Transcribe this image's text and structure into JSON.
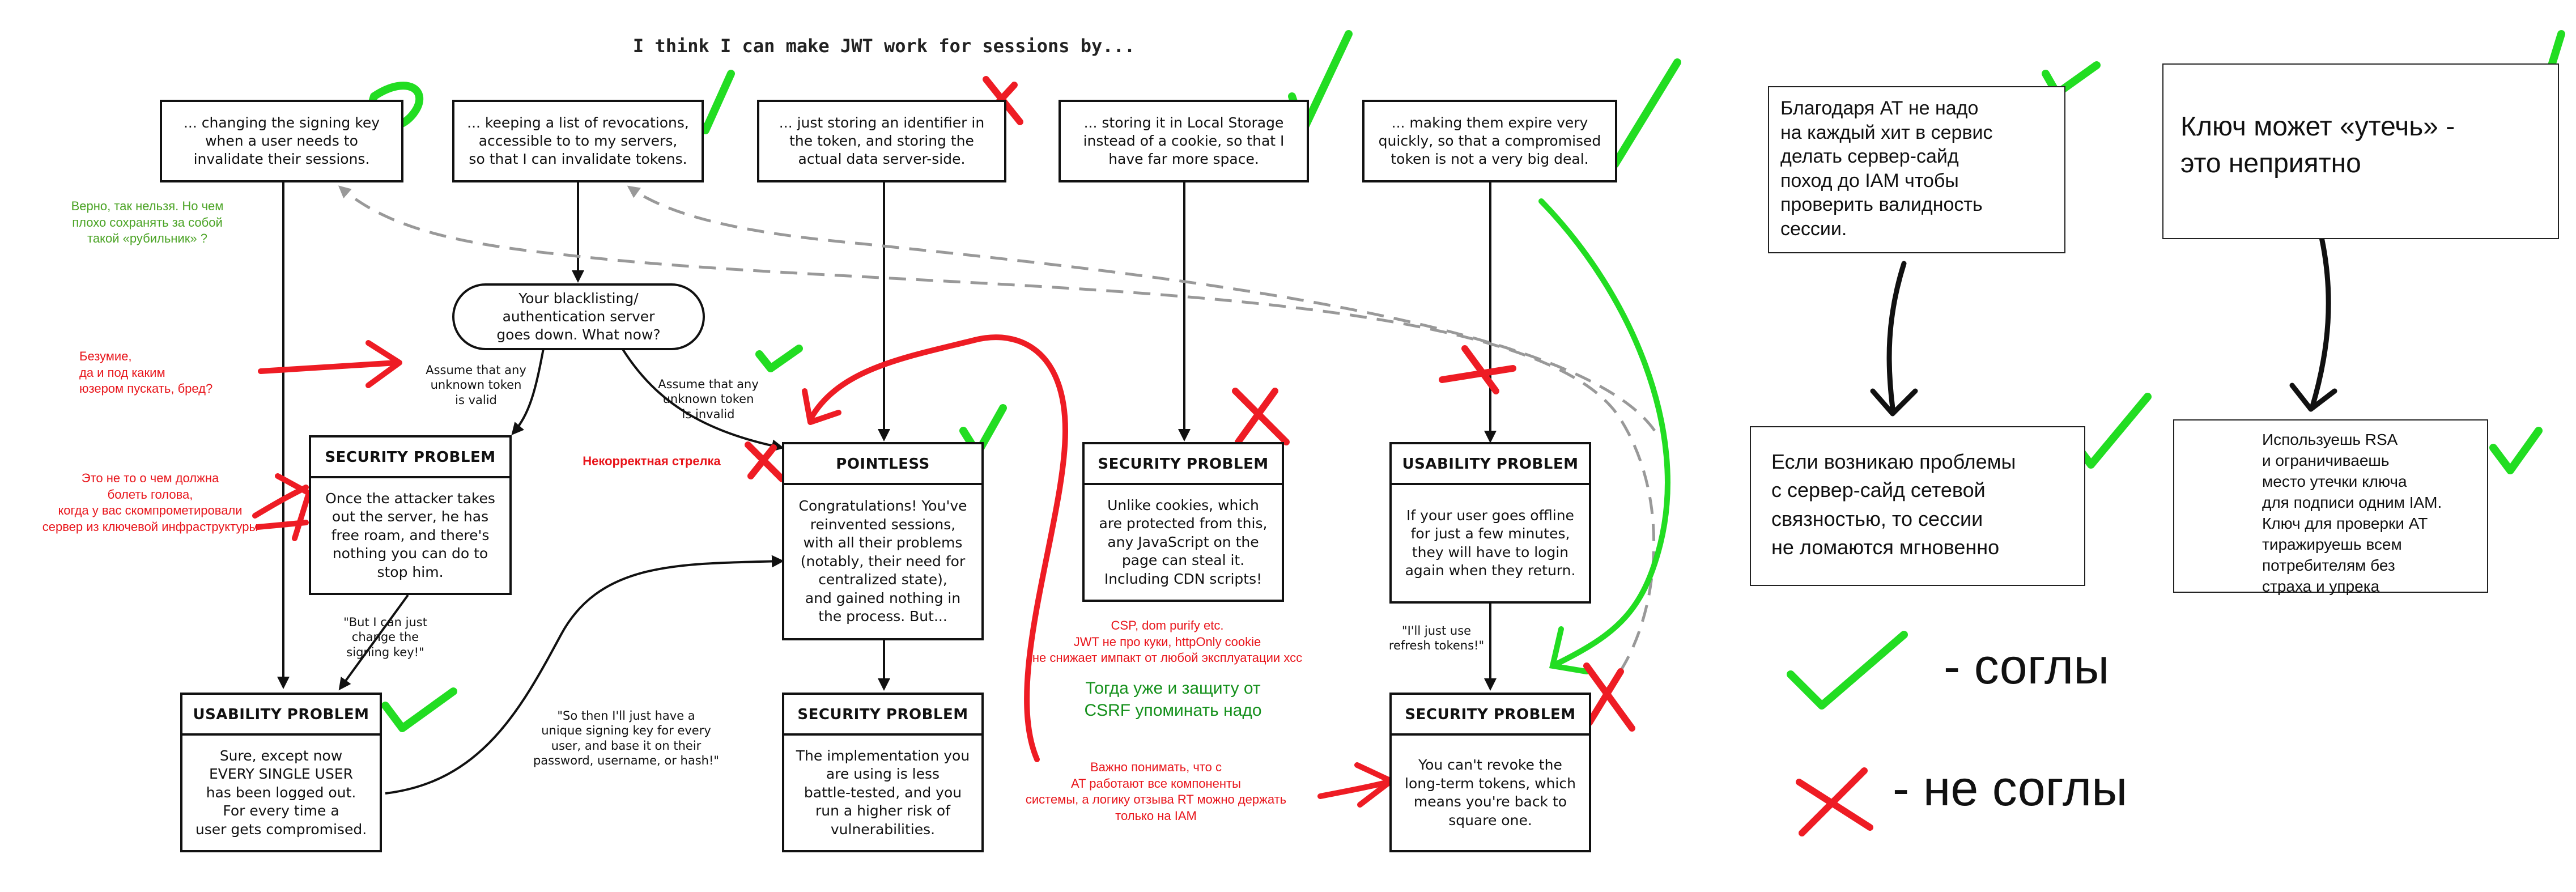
{
  "title": "I think I can make JWT work for sessions by...",
  "top_boxes": [
    "...  changing the signing key\nwhen a user needs to\ninvalidate their sessions.",
    "... keeping a list of revocations,\naccessible to to my servers,\nso that I can invalidate tokens.",
    "... just storing an identifier in\nthe token, and storing the\nactual data server-side.",
    "... storing it in Local Storage\ninstead of a cookie, so that I\nhave far more space.",
    "... making them expire very\nquickly, so that a compromised\ntoken is not a very big deal."
  ],
  "oval": "Your blacklisting/\nauthentication server\ngoes down. What now?",
  "problems": {
    "sec1": {
      "heading": "SECURITY PROBLEM",
      "body": "Once the attacker takes\nout the server, he has\nfree roam, and there's\nnothing you can do to\nstop him."
    },
    "pointless": {
      "heading": "POINTLESS",
      "body": "Congratulations! You've\nreinvented sessions,\nwith all their problems\n(notably, their need for\ncentralized state),\nand gained nothing in\nthe process. But..."
    },
    "sec_ls": {
      "heading": "SECURITY PROBLEM",
      "body": "Unlike cookies, which\nare protected from this,\nany JavaScript on the\npage can steal it.\nIncluding CDN scripts!"
    },
    "usab_expire": {
      "heading": "USABILITY PROBLEM",
      "body": "If your user goes offline\nfor just a few minutes,\nthey will have to login\nagain when they return."
    },
    "usab_key": {
      "heading": "USABILITY PROBLEM",
      "body": "Sure, except now\nEVERY SINGLE USER\nhas been logged out.\nFor every time a\nuser gets compromised."
    },
    "sec_impl": {
      "heading": "SECURITY PROBLEM",
      "body": "The implementation you\nare using is less\nbattle-tested, and you\nrun a higher risk of\nvulnerabilities."
    },
    "sec_refresh": {
      "heading": "SECURITY PROBLEM",
      "body": "You can't revoke the\nlong-term tokens, which\nmeans you're back to\nsquare one."
    }
  },
  "edge_labels": {
    "valid": "Assume that any\nunknown token\nis valid",
    "invalid": "Assume that any\nunknown token\nis invalid",
    "change_key": "\"But I can just\nchange the\nsigning key!\"",
    "unique_key": "\"So then I'll just have a\nunique signing key for every\nuser, and base it on their\npassword, username, or hash!\"",
    "refresh": "\"I'll just use\nrefresh tokens!\""
  },
  "annotations": {
    "green_switch": "Верно, так нельзя. Но чем\nплохо сохранять за собой\nтакой «рубильник» ?",
    "madness": "Безумие,\nда и под каким\nюзером пускать, бред?",
    "infra": "Это не то о чем должна\nболеть голова,\nкогда у вас скомпрометировали\nсервер из ключевой инфраструктуры",
    "wrong_arrow": "Некорректная стрелка",
    "csp": "CSP, dom purify etc.\nJWT не про куки, httpOnly cookie\nне снижает импакт от любой эксплуатации хсс",
    "csrf": "Тогда уже и защиту от\nCSRF упоминать надо",
    "refresh_note": "Важно понимать, что с\nAT работают все компоненты\nсистемы, а логику отзыва RT можно держать\nтолько на IAM"
  },
  "right_panel": {
    "box1": "Благодаря АТ не надо\nна каждый хит в сервис\nделать сервер-сайд\nпоход до IAM чтобы\nпроверить валидность\nсессии.",
    "box2": "Ключ может «утечь» -\n это неприятно",
    "box3": "Если возникаю проблемы\nс сервер-сайд сетевой\nсвязностью, то сессии\nне ломаются мгновенно",
    "box4": "Используешь RSA\nи ограничиваешь\nместо утечки ключа\nдля подписи одним IAM.\nКлюч для проверки АТ\nтиражируешь всем\nпотребителям без\nстраха и упрека",
    "legend_agree": "- соглы",
    "legend_disagree": "- не соглы"
  },
  "colors": {
    "green_mark": "#22dd22",
    "red_mark": "#ee1c24",
    "dark_stroke": "#111111"
  }
}
